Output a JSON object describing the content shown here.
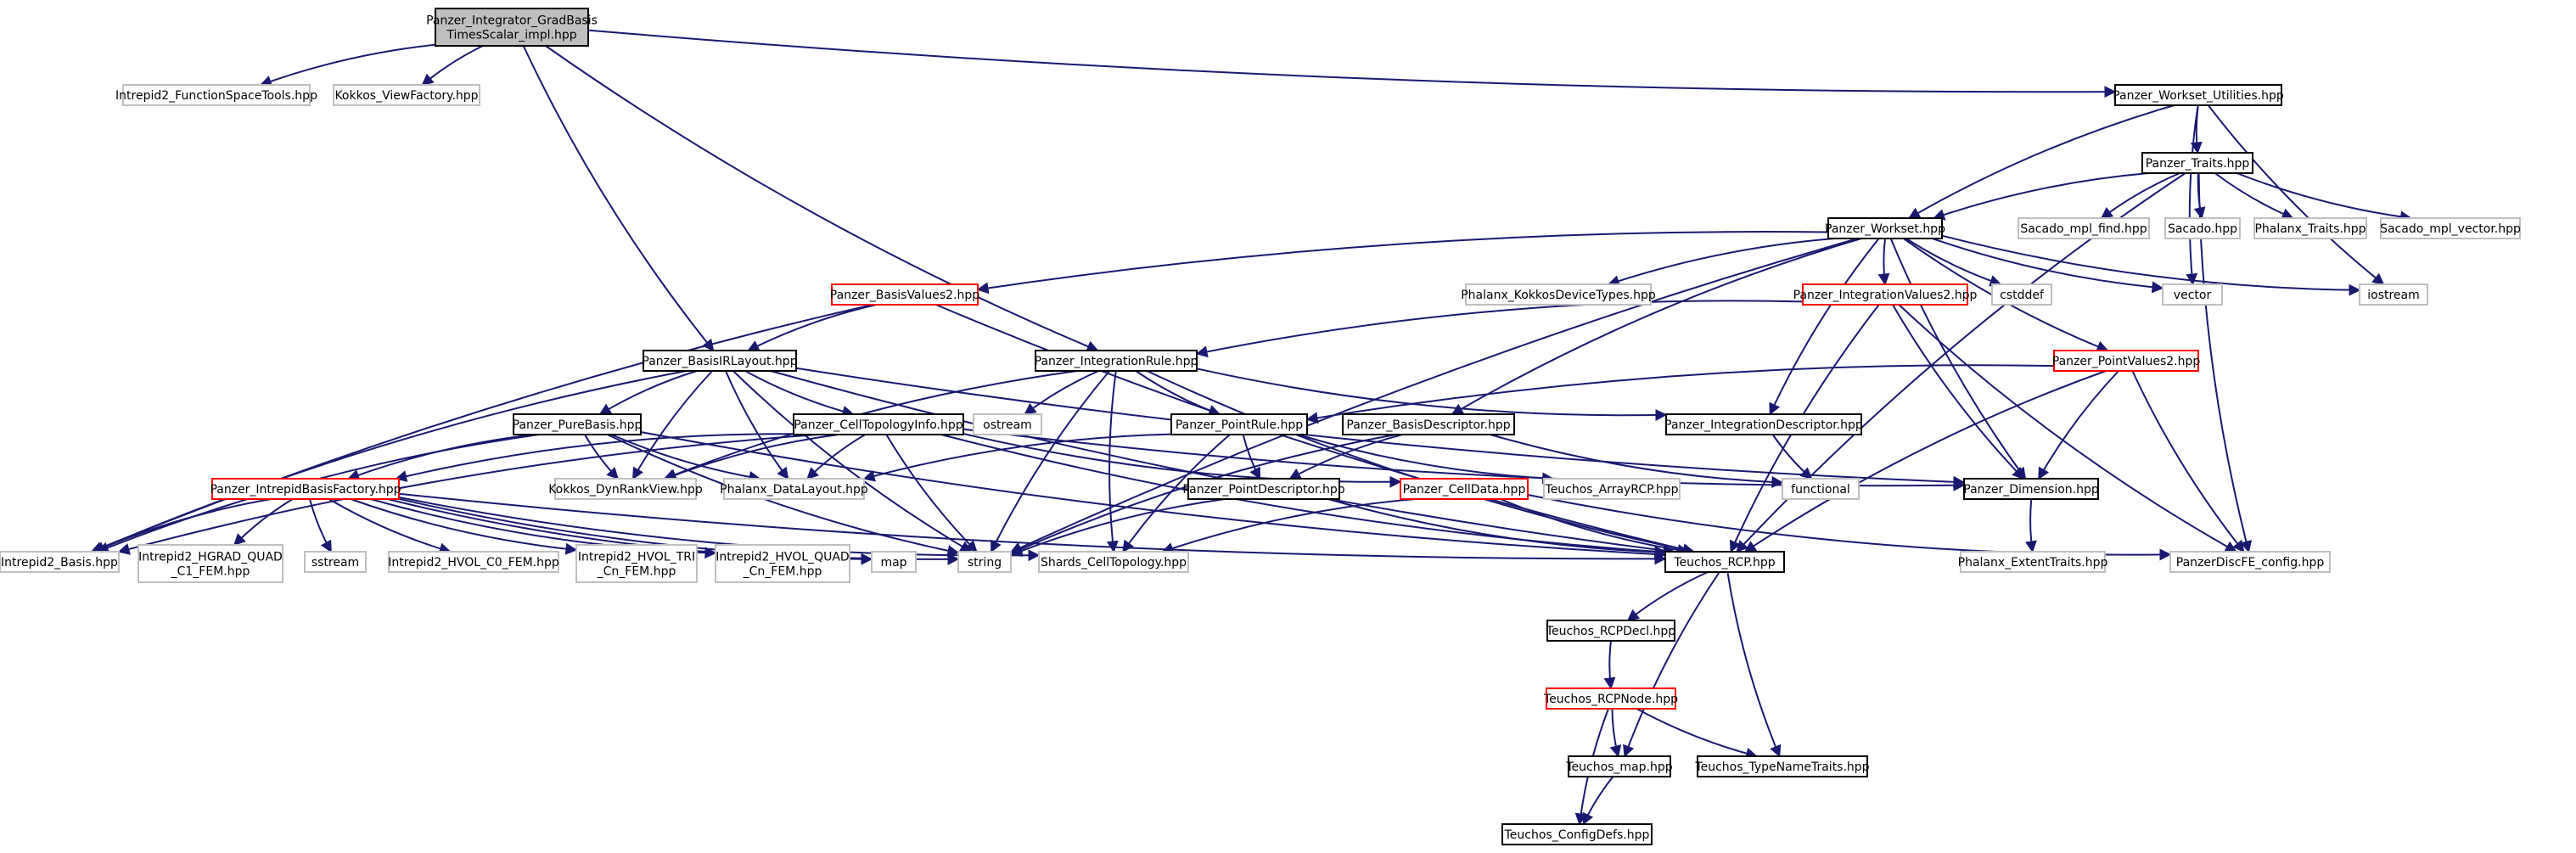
{
  "colors": {
    "edge": "#191970",
    "edge_system": "#a9a9a9",
    "node_border": "#000000",
    "node_border_truncated": "#ff0000",
    "node_border_system": "#bfbfbf",
    "root_fill": "#bfbfbf",
    "node_fill": "#ffffff",
    "text": "#000000"
  },
  "nodes": {
    "root": {
      "lines": [
        "Panzer_Integrator_GradBasis",
        "TimesScalar_impl.hpp"
      ],
      "kind": "root"
    },
    "ifst": {
      "lines": [
        "Intrepid2_FunctionSpaceTools.hpp"
      ],
      "kind": "system"
    },
    "kvf": {
      "lines": [
        "Kokkos_ViewFactory.hpp"
      ],
      "kind": "system"
    },
    "wsu": {
      "lines": [
        "Panzer_Workset_Utilities.hpp"
      ],
      "kind": "normal"
    },
    "traits": {
      "lines": [
        "Panzer_Traits.hpp"
      ],
      "kind": "normal"
    },
    "smf": {
      "lines": [
        "Sacado_mpl_find.hpp"
      ],
      "kind": "system"
    },
    "sac": {
      "lines": [
        "Sacado.hpp"
      ],
      "kind": "system"
    },
    "phtr": {
      "lines": [
        "Phalanx_Traits.hpp"
      ],
      "kind": "system"
    },
    "smv": {
      "lines": [
        "Sacado_mpl_vector.hpp"
      ],
      "kind": "system"
    },
    "workset": {
      "lines": [
        "Panzer_Workset.hpp"
      ],
      "kind": "normal"
    },
    "bv2": {
      "lines": [
        "Panzer_BasisValues2.hpp"
      ],
      "kind": "truncated"
    },
    "pkdt": {
      "lines": [
        "Phalanx_KokkosDeviceTypes.hpp"
      ],
      "kind": "system"
    },
    "iv2": {
      "lines": [
        "Panzer_IntegrationValues2.hpp"
      ],
      "kind": "truncated"
    },
    "cstddef": {
      "lines": [
        "cstddef"
      ],
      "kind": "system"
    },
    "vector": {
      "lines": [
        "vector"
      ],
      "kind": "system"
    },
    "iostream": {
      "lines": [
        "iostream"
      ],
      "kind": "system"
    },
    "birl": {
      "lines": [
        "Panzer_BasisIRLayout.hpp"
      ],
      "kind": "normal"
    },
    "ir": {
      "lines": [
        "Panzer_IntegrationRule.hpp"
      ],
      "kind": "normal"
    },
    "pv2": {
      "lines": [
        "Panzer_PointValues2.hpp"
      ],
      "kind": "truncated"
    },
    "ostream": {
      "lines": [
        "ostream"
      ],
      "kind": "system"
    },
    "pb": {
      "lines": [
        "Panzer_PureBasis.hpp"
      ],
      "kind": "normal"
    },
    "cti": {
      "lines": [
        "Panzer_CellTopologyInfo.hpp"
      ],
      "kind": "normal"
    },
    "pr": {
      "lines": [
        "Panzer_PointRule.hpp"
      ],
      "kind": "normal"
    },
    "bd": {
      "lines": [
        "Panzer_BasisDescriptor.hpp"
      ],
      "kind": "normal"
    },
    "intd": {
      "lines": [
        "Panzer_IntegrationDescriptor.hpp"
      ],
      "kind": "normal"
    },
    "ibf": {
      "lines": [
        "Panzer_IntrepidBasisFactory.hpp"
      ],
      "kind": "truncated"
    },
    "kdrv": {
      "lines": [
        "Kokkos_DynRankView.hpp"
      ],
      "kind": "system"
    },
    "pdl": {
      "lines": [
        "Phalanx_DataLayout.hpp"
      ],
      "kind": "system"
    },
    "ptd": {
      "lines": [
        "Panzer_PointDescriptor.hpp"
      ],
      "kind": "normal"
    },
    "cd": {
      "lines": [
        "Panzer_CellData.hpp"
      ],
      "kind": "truncated"
    },
    "arcp": {
      "lines": [
        "Teuchos_ArrayRCP.hpp"
      ],
      "kind": "system"
    },
    "functional": {
      "lines": [
        "functional"
      ],
      "kind": "system"
    },
    "dim": {
      "lines": [
        "Panzer_Dimension.hpp"
      ],
      "kind": "normal"
    },
    "i2b": {
      "lines": [
        "Intrepid2_Basis.hpp"
      ],
      "kind": "system"
    },
    "hgq": {
      "lines": [
        "Intrepid2_HGRAD_QUAD",
        "_C1_FEM.hpp"
      ],
      "kind": "system"
    },
    "sstream": {
      "lines": [
        "sstream"
      ],
      "kind": "system"
    },
    "hvc0": {
      "lines": [
        "Intrepid2_HVOL_C0_FEM.hpp"
      ],
      "kind": "system"
    },
    "hvtri": {
      "lines": [
        "Intrepid2_HVOL_TRI",
        "_Cn_FEM.hpp"
      ],
      "kind": "system"
    },
    "hvquad": {
      "lines": [
        "Intrepid2_HVOL_QUAD",
        "_Cn_FEM.hpp"
      ],
      "kind": "system"
    },
    "map": {
      "lines": [
        "map"
      ],
      "kind": "system"
    },
    "string": {
      "lines": [
        "string"
      ],
      "kind": "system"
    },
    "sct": {
      "lines": [
        "Shards_CellTopology.hpp"
      ],
      "kind": "system"
    },
    "rcp": {
      "lines": [
        "Teuchos_RCP.hpp"
      ],
      "kind": "normal"
    },
    "pet": {
      "lines": [
        "Phalanx_ExtentTraits.hpp"
      ],
      "kind": "system"
    },
    "pdfe": {
      "lines": [
        "PanzerDiscFE_config.hpp"
      ],
      "kind": "system"
    },
    "rcpdecl": {
      "lines": [
        "Teuchos_RCPDecl.hpp"
      ],
      "kind": "normal"
    },
    "rcpnode": {
      "lines": [
        "Teuchos_RCPNode.hpp"
      ],
      "kind": "truncated"
    },
    "tmap": {
      "lines": [
        "Teuchos_map.hpp"
      ],
      "kind": "normal"
    },
    "ttnt": {
      "lines": [
        "Teuchos_TypeNameTraits.hpp"
      ],
      "kind": "normal"
    },
    "tcd": {
      "lines": [
        "Teuchos_ConfigDefs.hpp"
      ],
      "kind": "normal"
    }
  },
  "edges": [
    [
      "root",
      "ifst"
    ],
    [
      "root",
      "kvf"
    ],
    [
      "root",
      "wsu"
    ],
    [
      "root",
      "birl"
    ],
    [
      "root",
      "ir"
    ],
    [
      "wsu",
      "traits"
    ],
    [
      "wsu",
      "workset"
    ],
    [
      "wsu",
      "vector"
    ],
    [
      "wsu",
      "iostream"
    ],
    [
      "traits",
      "workset"
    ],
    [
      "traits",
      "smf"
    ],
    [
      "traits",
      "sac"
    ],
    [
      "traits",
      "phtr"
    ],
    [
      "traits",
      "smv"
    ],
    [
      "traits",
      "rcp"
    ],
    [
      "traits",
      "pdfe"
    ],
    [
      "workset",
      "bv2"
    ],
    [
      "workset",
      "pkdt"
    ],
    [
      "workset",
      "iv2"
    ],
    [
      "workset",
      "cstddef"
    ],
    [
      "workset",
      "vector"
    ],
    [
      "workset",
      "iostream"
    ],
    [
      "workset",
      "pv2"
    ],
    [
      "workset",
      "dim"
    ],
    [
      "workset",
      "intd"
    ],
    [
      "workset",
      "bd"
    ],
    [
      "workset",
      "string"
    ],
    [
      "bv2",
      "birl"
    ],
    [
      "bv2",
      "rcp"
    ],
    [
      "bv2",
      "i2b"
    ],
    [
      "iv2",
      "ir"
    ],
    [
      "iv2",
      "rcp"
    ],
    [
      "iv2",
      "dim"
    ],
    [
      "iv2",
      "pdfe"
    ],
    [
      "birl",
      "pb"
    ],
    [
      "birl",
      "cti"
    ],
    [
      "birl",
      "kdrv"
    ],
    [
      "birl",
      "pdl"
    ],
    [
      "birl",
      "rcp"
    ],
    [
      "birl",
      "dim"
    ],
    [
      "birl",
      "string"
    ],
    [
      "birl",
      "i2b"
    ],
    [
      "ir",
      "ostream"
    ],
    [
      "ir",
      "pr"
    ],
    [
      "ir",
      "string"
    ],
    [
      "ir",
      "sct"
    ],
    [
      "ir",
      "kdrv"
    ],
    [
      "ir",
      "rcp"
    ],
    [
      "ir",
      "intd"
    ],
    [
      "pv2",
      "pr"
    ],
    [
      "pv2",
      "dim"
    ],
    [
      "pv2",
      "rcp"
    ],
    [
      "pv2",
      "pdfe"
    ],
    [
      "pb",
      "ibf"
    ],
    [
      "pb",
      "kdrv"
    ],
    [
      "pb",
      "pdl"
    ],
    [
      "pb",
      "string"
    ],
    [
      "pb",
      "rcp"
    ],
    [
      "pb",
      "i2b"
    ],
    [
      "cti",
      "ibf"
    ],
    [
      "cti",
      "kdrv"
    ],
    [
      "cti",
      "pdl"
    ],
    [
      "cti",
      "string"
    ],
    [
      "cti",
      "rcp"
    ],
    [
      "cti",
      "dim"
    ],
    [
      "cti",
      "cd"
    ],
    [
      "cti",
      "i2b"
    ],
    [
      "pr",
      "ptd"
    ],
    [
      "pr",
      "arcp"
    ],
    [
      "pr",
      "sct"
    ],
    [
      "pr",
      "pdl"
    ],
    [
      "bd",
      "ptd"
    ],
    [
      "bd",
      "functional"
    ],
    [
      "bd",
      "string"
    ],
    [
      "intd",
      "functional"
    ],
    [
      "ibf",
      "i2b"
    ],
    [
      "ibf",
      "hgq"
    ],
    [
      "ibf",
      "sstream"
    ],
    [
      "ibf",
      "hvc0"
    ],
    [
      "ibf",
      "hvtri"
    ],
    [
      "ibf",
      "hvquad"
    ],
    [
      "ibf",
      "map"
    ],
    [
      "ibf",
      "string"
    ],
    [
      "ibf",
      "sct"
    ],
    [
      "ibf",
      "rcp"
    ],
    [
      "ptd",
      "string"
    ],
    [
      "ptd",
      "rcp"
    ],
    [
      "cd",
      "sct"
    ],
    [
      "cd",
      "rcp"
    ],
    [
      "cd",
      "pdfe"
    ],
    [
      "dim",
      "pet"
    ],
    [
      "rcp",
      "rcpdecl"
    ],
    [
      "rcp",
      "tmap"
    ],
    [
      "rcp",
      "ttnt"
    ],
    [
      "rcpdecl",
      "rcpnode"
    ],
    [
      "rcpnode",
      "tmap"
    ],
    [
      "rcpnode",
      "ttnt"
    ],
    [
      "rcpnode",
      "tcd"
    ],
    [
      "tmap",
      "tcd"
    ]
  ]
}
